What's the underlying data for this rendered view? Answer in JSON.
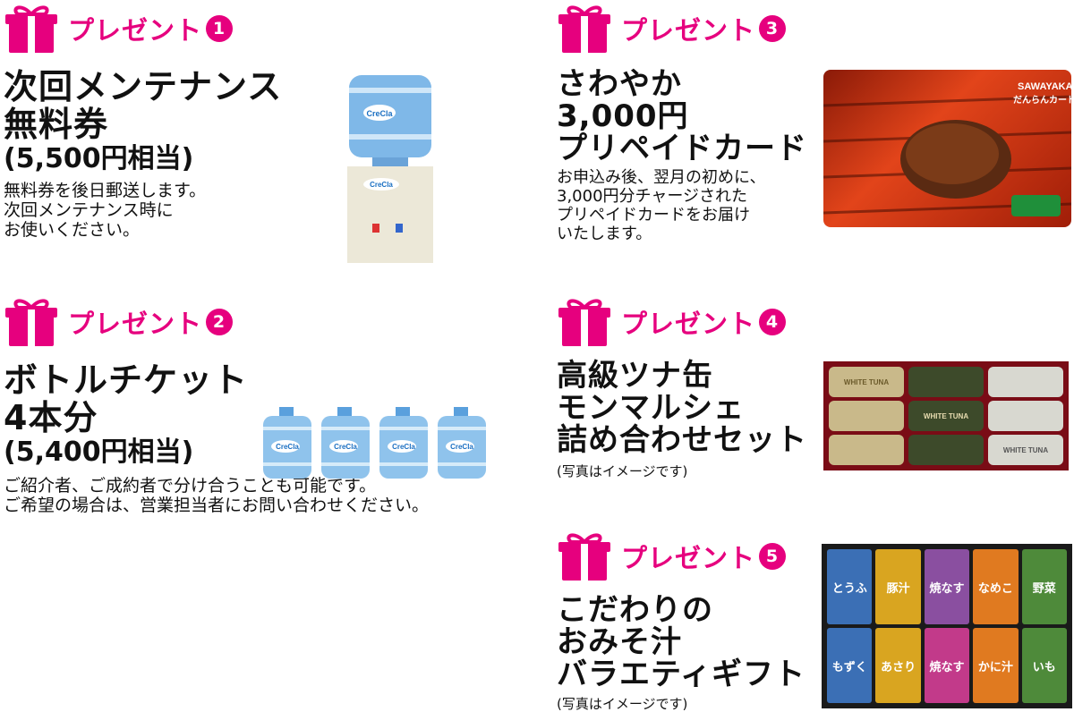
{
  "colors": {
    "accent": "#e6007e",
    "text": "#111111"
  },
  "presents": [
    {
      "label": "プレゼント",
      "number": "1",
      "title_lines": [
        "次回メンテナンス",
        "無料券"
      ],
      "price": "(5,500円相当)",
      "description": "無料券を後日郵送します。\n次回メンテナンス時に\nお使いください。",
      "image_icon": "water-server-image"
    },
    {
      "label": "プレゼント",
      "number": "2",
      "title_lines": [
        "ボトルチケット",
        "4本分"
      ],
      "price": "(5,400円相当)",
      "description": "ご紹介者、ご成約者で分け合うことも可能です。\nご希望の場合は、営業担当者にお問い合わせください。",
      "image_icon": "water-bottles-image",
      "bottle_brand": "CreCla"
    },
    {
      "label": "プレゼント",
      "number": "3",
      "title_lines": [
        "さわやか",
        "3,000円",
        "プリペイドカード"
      ],
      "description": "お申込み後、翌月の初めに、\n3,000円分チャージされた\nプリペイドカードをお届け\nいたします。",
      "image_icon": "prepaid-card-image",
      "card_brand": "SAWAYAKA",
      "card_sub": "だんらんカード"
    },
    {
      "label": "プレゼント",
      "number": "4",
      "title_lines": [
        "高級ツナ缶",
        "モンマルシェ",
        "詰め合わせセット"
      ],
      "note": "(写真はイメージです)",
      "image_icon": "tuna-cans-image",
      "can_label": "WHITE TUNA"
    },
    {
      "label": "プレゼント",
      "number": "5",
      "title_lines": [
        "こだわりの",
        "おみそ汁",
        "バラエティギフト"
      ],
      "note": "(写真はイメージです)",
      "image_icon": "miso-soup-gift-image",
      "soup_labels_top": [
        "とうふ",
        "豚汁",
        "焼なす",
        "なめこ",
        "野菜"
      ],
      "soup_labels_bottom": [
        "もずく",
        "あさり",
        "焼なす",
        "かに汁",
        "いも"
      ]
    }
  ]
}
